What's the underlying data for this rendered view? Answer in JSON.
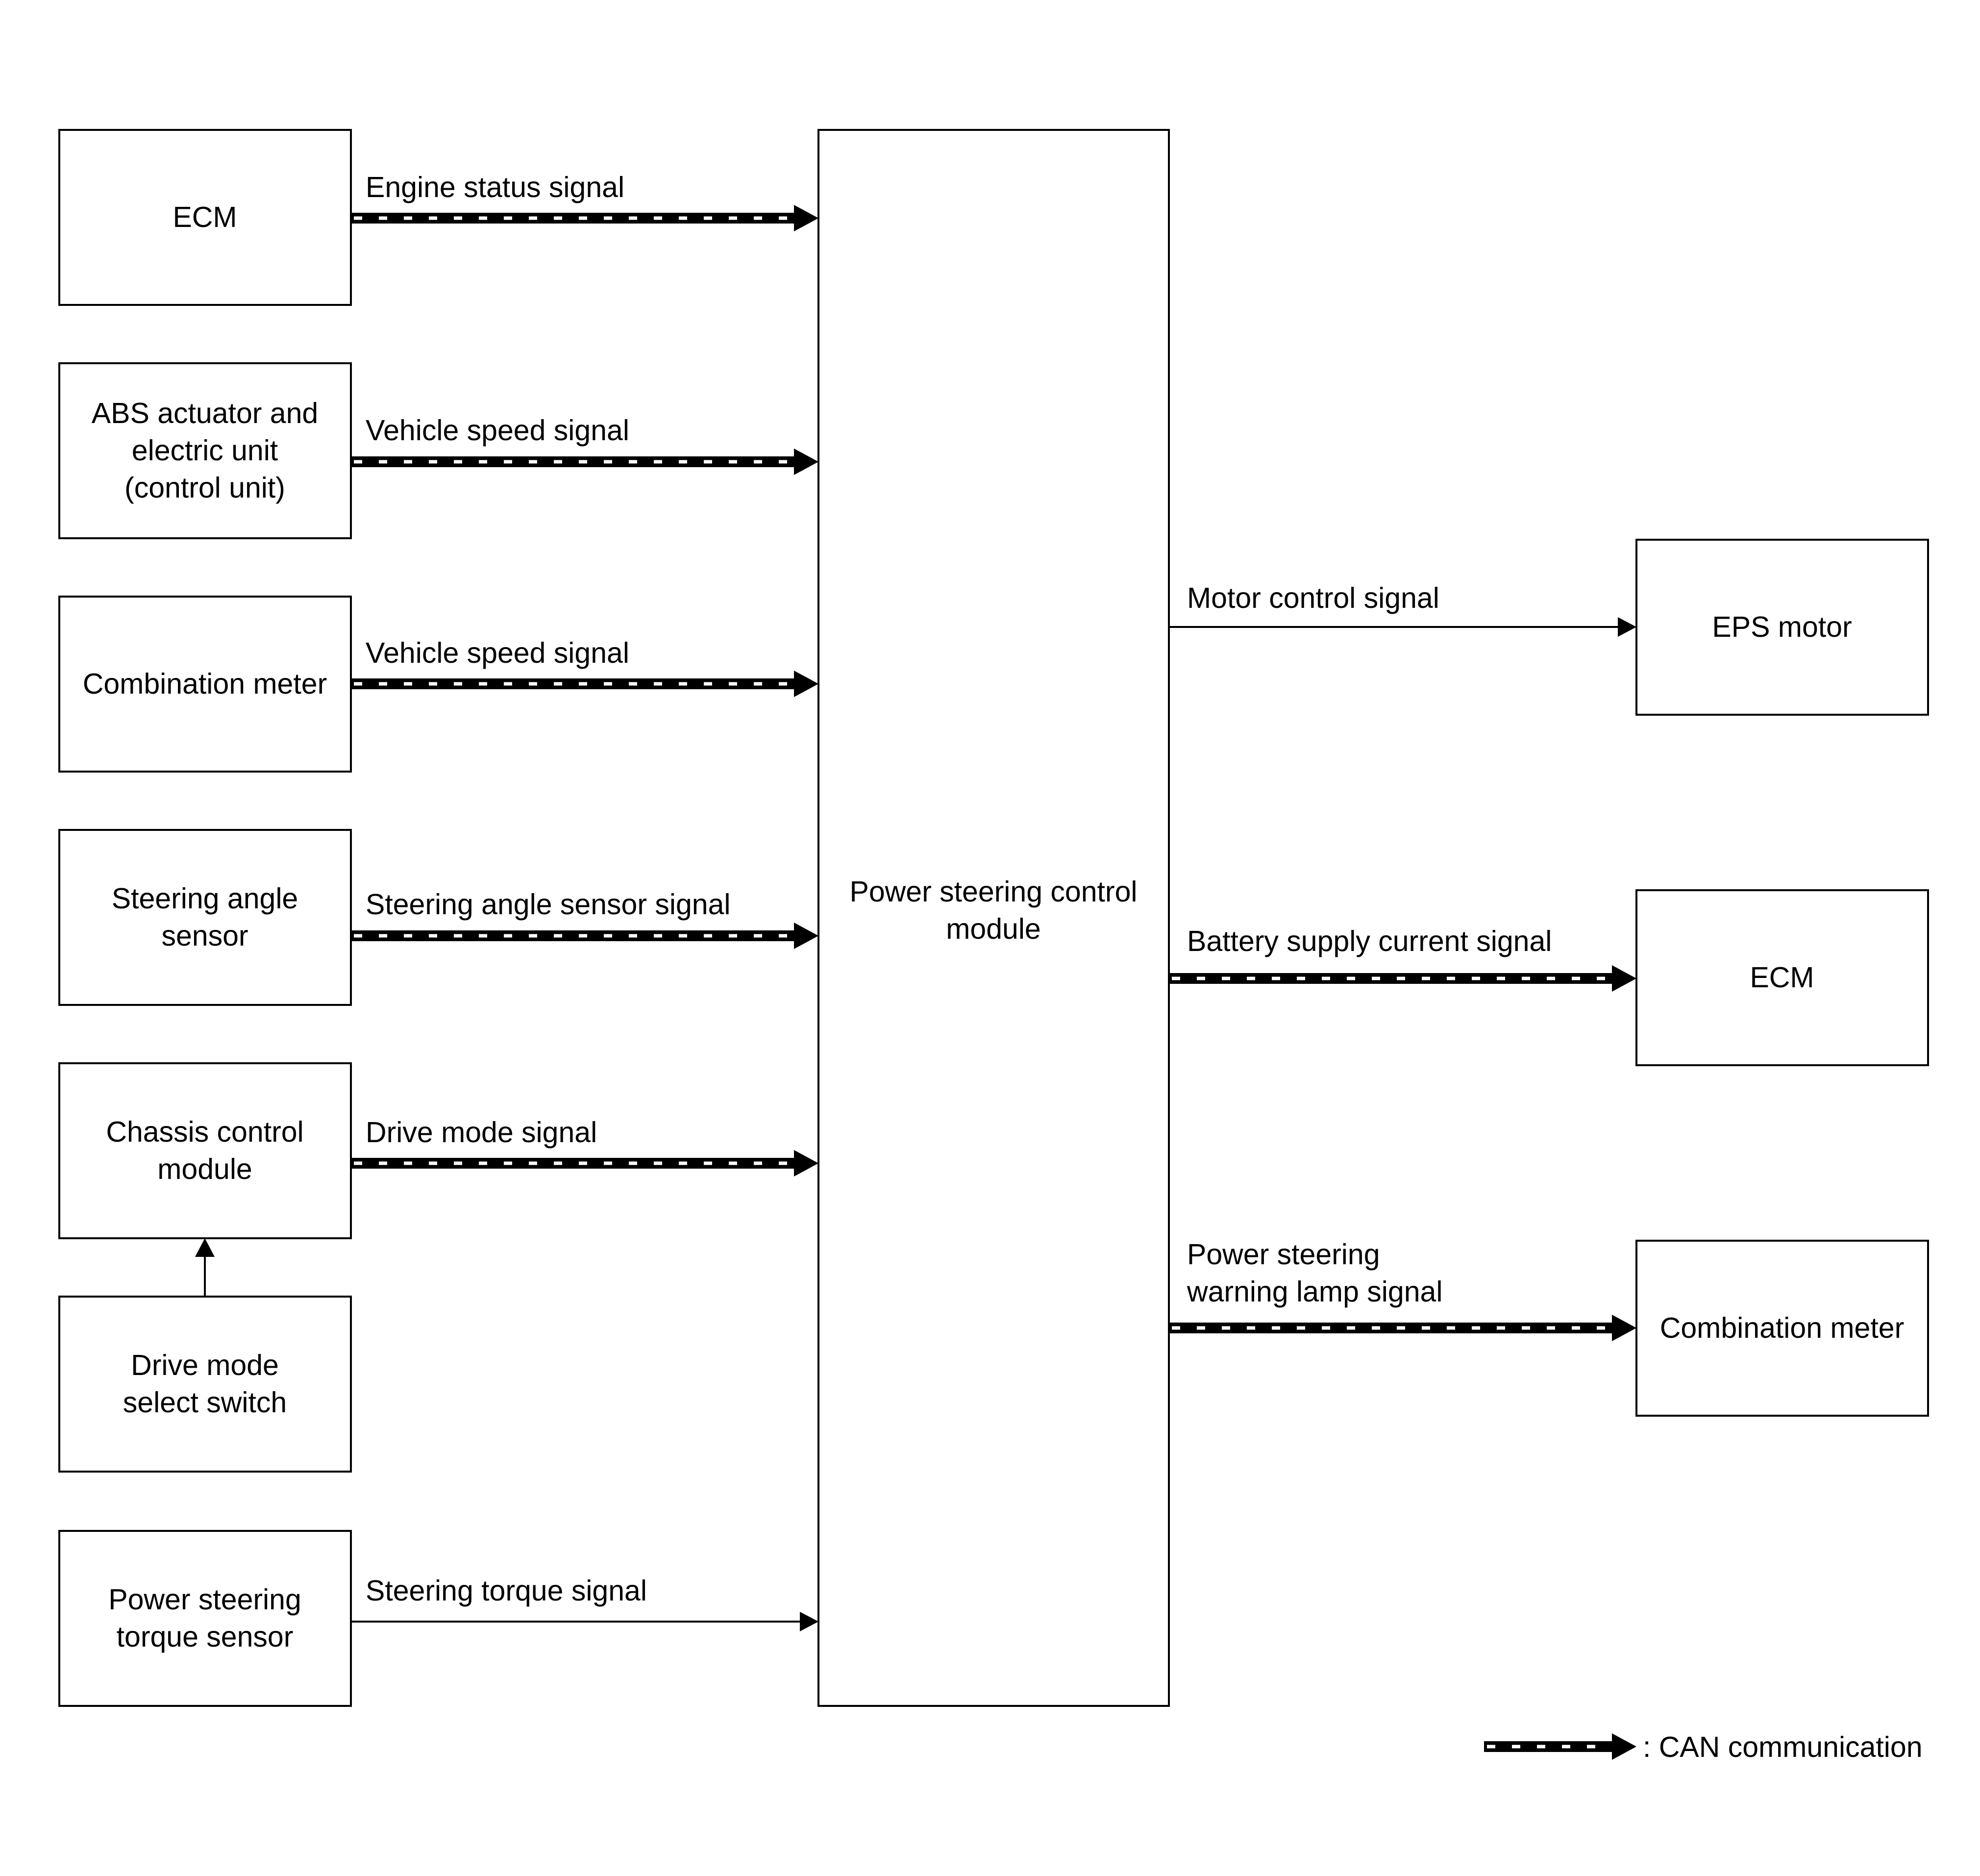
{
  "left_modules": {
    "ecm": [
      "ECM"
    ],
    "abs": [
      "ABS actuator and",
      "electric unit",
      "(control unit)"
    ],
    "combination_meter": [
      "Combination meter"
    ],
    "steering_angle_sensor": [
      "Steering angle",
      "sensor"
    ],
    "chassis_control_module": [
      "Chassis control",
      "module"
    ],
    "drive_mode_switch": [
      "Drive mode",
      "select switch"
    ],
    "torque_sensor": [
      "Power steering",
      "torque sensor"
    ]
  },
  "center_module": [
    "Power steering control",
    "module"
  ],
  "right_modules": {
    "eps_motor": [
      "EPS motor"
    ],
    "ecm": [
      "ECM"
    ],
    "combination_meter": [
      "Combination meter"
    ]
  },
  "signals": {
    "engine_status": [
      "Engine status signal"
    ],
    "vehicle_speed_abs": [
      "Vehicle speed signal"
    ],
    "vehicle_speed_meter": [
      "Vehicle speed signal"
    ],
    "steering_angle": [
      "Steering angle sensor signal"
    ],
    "drive_mode": [
      "Drive mode signal"
    ],
    "steering_torque": [
      "Steering torque signal"
    ],
    "motor_control": [
      "Motor control signal"
    ],
    "battery_current": [
      "Battery supply current signal"
    ],
    "warning_lamp": [
      "Power steering",
      "warning lamp signal"
    ]
  },
  "legend": {
    "label": ": CAN communication"
  }
}
